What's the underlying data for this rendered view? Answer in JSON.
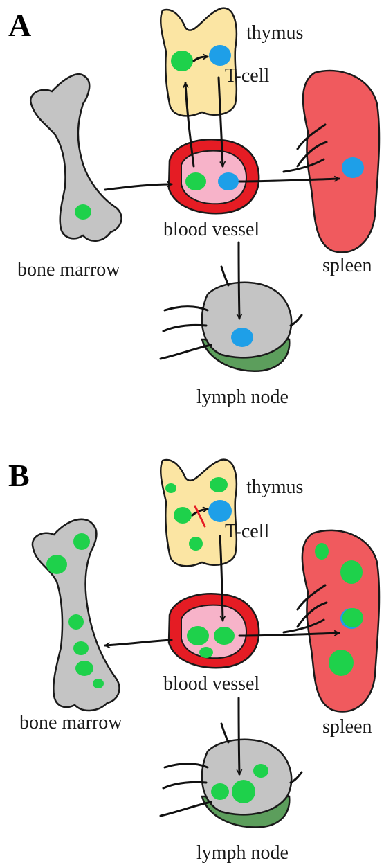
{
  "panels": {
    "a": {
      "letter": "A",
      "labels": {
        "thymus": "thymus",
        "t_cell": "T-cell",
        "blood_vessel": "blood vessel",
        "bone_marrow": "bone marrow",
        "spleen": "spleen",
        "lymph_node": "lymph node"
      }
    },
    "b": {
      "letter": "B",
      "labels": {
        "thymus": "thymus",
        "t_cell": "T-cell",
        "blood_vessel": "blood vessel",
        "bone_marrow": "bone marrow",
        "spleen": "spleen",
        "lymph_node": "lymph node"
      }
    }
  },
  "colors": {
    "bone": "#c4c4c4",
    "thymus": "#fbe5a3",
    "vessel_wall": "#e51c24",
    "vessel_lumen": "#f7b3c9",
    "spleen": "#f05a5e",
    "lymph_node": "#c4c4c4",
    "lymph_node_base": "#5c9e5c",
    "green_cell": "#1ed14b",
    "blue_cell": "#1e9fe8",
    "inhibit_mark": "#e51c24"
  }
}
